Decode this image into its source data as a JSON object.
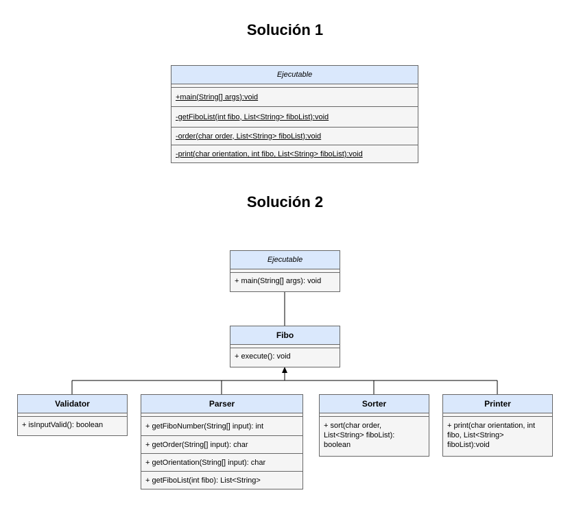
{
  "sol1": {
    "title": "Solución 1",
    "ejecutable": {
      "name": "Ejecutable",
      "methods": [
        "+main(String[] args):void",
        "-getFiboList(int fibo, List<String> fiboList):void",
        "-order(char order, List<String> fiboList):void",
        "-print(char orientation, int fibo, List<String> fiboList):void"
      ]
    }
  },
  "sol2": {
    "title": "Solución 2",
    "ejecutable": {
      "name": "Ejecutable",
      "methods": [
        "+ main(String[] args): void"
      ]
    },
    "fibo": {
      "name": "Fibo",
      "methods": [
        "+ execute(): void"
      ]
    },
    "validator": {
      "name": "Validator",
      "methods": [
        "+ isInputValid(): boolean"
      ]
    },
    "parser": {
      "name": "Parser",
      "methods": [
        "+ getFiboNumber(String[] input): int",
        "+ getOrder(String[] input): char",
        "+ getOrientation(String[] input): char",
        "+ getFiboList(int fibo): List<String>"
      ]
    },
    "sorter": {
      "name": "Sorter",
      "methods": [
        "+ sort(char order,",
        "List<String> fiboList):",
        "boolean"
      ]
    },
    "printer": {
      "name": "Printer",
      "methods": [
        "+ print(char orientation, int",
        "fibo, List<String>",
        "fiboList):void"
      ]
    }
  },
  "colors": {
    "header": "#dae8fc",
    "body": "#f5f5f5",
    "border": "#666666"
  }
}
